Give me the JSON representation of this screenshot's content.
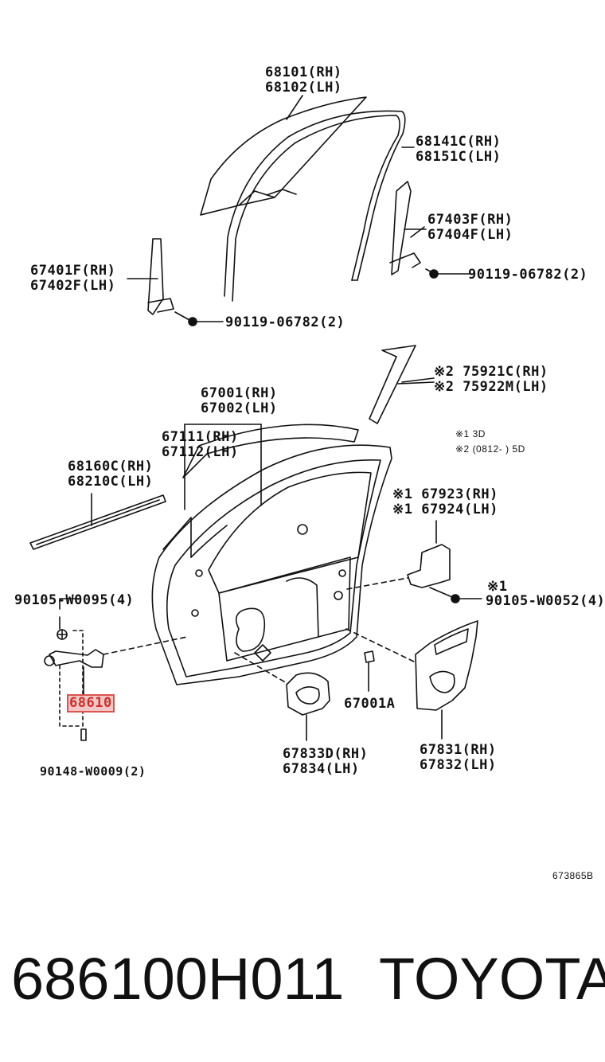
{
  "callouts": {
    "glass": [
      "68101(RH)",
      "68102(LH)"
    ],
    "run_channel": [
      "68141C(RH)",
      "68151C(LH)"
    ],
    "rear_sash": [
      "67403F(RH)",
      "67404F(LH)"
    ],
    "rear_bolt": "90119-06782(2)",
    "front_sash": [
      "67401F(RH)",
      "67402F(LH)"
    ],
    "front_bolt": "90119-06782(2)",
    "garnish": [
      "※2 75921C(RH)",
      "※2 75922M(LH)"
    ],
    "door_panel": [
      "67001(RH)",
      "67002(LH)"
    ],
    "note1": "※1 3D",
    "note2": "※2 (0812-        ) 5D",
    "hinge_weather": [
      "67111(RH)",
      "67112(LH)"
    ],
    "belt_moulding": [
      "68160C(RH)",
      "68210C(LH)"
    ],
    "speaker_cover": [
      "※1 67923(RH)",
      "※1 67924(LH)"
    ],
    "bolt_w0095": "90105-W0095(4)",
    "bolt_w0052_mark": "※1",
    "bolt_w0052": "90105-W0052(4)",
    "check": "68610",
    "plug": "67001A",
    "service_hole_cover": [
      "67833D(RH)",
      "67834(LH)"
    ],
    "bolt_w0009": "90148-W0009(2)",
    "service_cover_large": [
      "67831(RH)",
      "67832(LH)"
    ],
    "diagram_id": "673865B"
  },
  "footer": {
    "part_number": "686100H011",
    "brand": "TOYOTA"
  },
  "colors": {
    "highlight_border": "#d9534f",
    "highlight_fill": "#f3c5c5",
    "ink": "#111111"
  }
}
